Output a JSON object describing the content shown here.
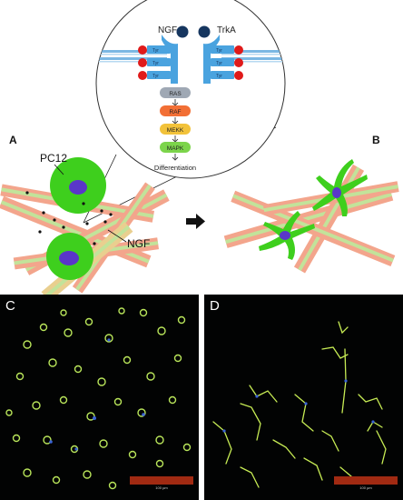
{
  "panels": {
    "a": "A",
    "b": "B",
    "c": "C",
    "d": "D"
  },
  "pathway": {
    "ligand": "NGF",
    "receptor": "TrkA",
    "residue_label": "Tyr",
    "cascade": [
      "RAS",
      "RAF",
      "MEKK",
      "MAPK"
    ],
    "outcome": "Differentiation"
  },
  "panel_a": {
    "cell_label": "PC12",
    "ngf_label": "NGF"
  },
  "scale_bar": {
    "label": "100 µm"
  },
  "colors": {
    "membrane": "#7ab7e3",
    "receptor": "#4aa3df",
    "ngf": "#16365f",
    "phospho": "#e01a1a",
    "ras": "#9fa8b4",
    "raf": "#f26f35",
    "mekk": "#f2c23a",
    "mapk": "#7cd44b",
    "cell": "#3ecf1d",
    "nucleus": "#5a36c9",
    "fiber_outer": "#f3a58c",
    "fiber_inner": "#c2e39a"
  },
  "arrow_icon": "right-arrow-icon"
}
